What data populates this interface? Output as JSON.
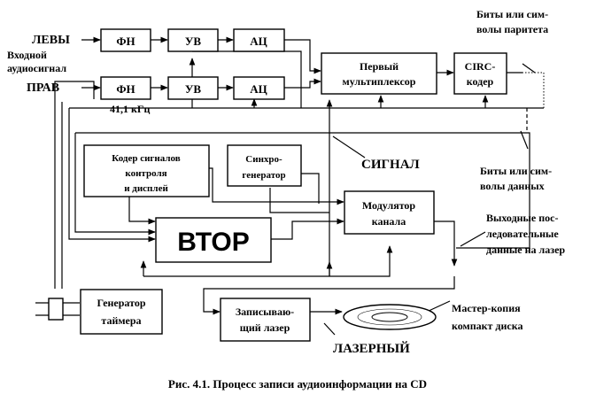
{
  "left_input": "ЛЕВЫ",
  "input_label": [
    "Входной",
    "аудиосигнал"
  ],
  "right_input": "ПРАВ",
  "blocks": {
    "fn1": "ФН",
    "uv1": "УВ",
    "ap1": "АЦ",
    "fn2": "ФН",
    "uv2": "УВ",
    "ap2": "АЦ",
    "mux": [
      "Первый",
      "мультиплексор"
    ],
    "circ": [
      "CIRC-",
      "кодер"
    ],
    "coder": [
      "Кодер сигналов",
      "контроля",
      "и дисплей"
    ],
    "sync": [
      "Синхро-",
      "генератор"
    ],
    "modulator": [
      "Модулятор",
      "канала"
    ],
    "vtor": "ВТОР",
    "timer": [
      "Генератор",
      "таймера"
    ],
    "laser": [
      "Записываю-",
      "щий лазер"
    ]
  },
  "labels": {
    "freq": "41,1 кГц",
    "parity": [
      "Биты или сим-",
      "волы паритета"
    ],
    "signal": "СИГНАЛ",
    "data_bits": [
      "Биты или сим-",
      "волы данных"
    ],
    "output": [
      "Выходные пос-",
      "ледовательные",
      "данные на лазер"
    ],
    "master": [
      "Мастер-копия",
      "компакт диска"
    ],
    "laser_word": "ЛАЗЕРНЫЙ"
  },
  "caption": "Рис. 4.1. Процесс записи аудиоинформации на CD"
}
